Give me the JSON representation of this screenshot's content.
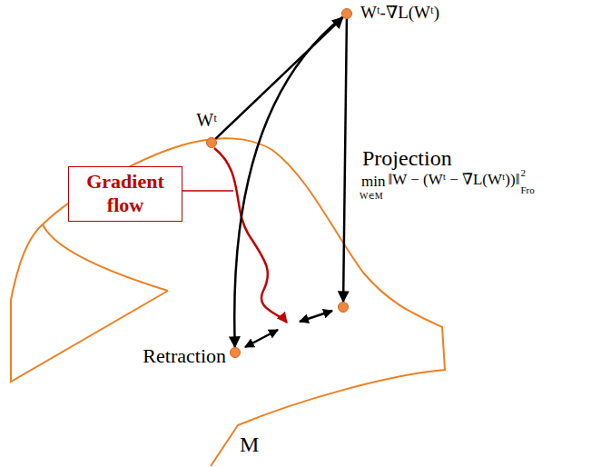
{
  "diagram": {
    "nodes": [
      {
        "text": [
          "Wᵗ-∇̃L(Wᵗ)"
        ]
      },
      {
        "text": [
          "Wᵗ"
        ]
      },
      {
        "text": [
          "Gradient flow"
        ]
      },
      {
        "text": [
          "Projection"
        ]
      },
      {
        "text": [
          "Retraction"
        ]
      }
    ],
    "edges": [
      {
        "from": 1,
        "to": 0,
        "arrow": "to"
      },
      {
        "from": 0,
        "to": 4,
        "arrow": "to"
      },
      {
        "from": 0,
        "to": 3,
        "arrow": "to"
      }
    ],
    "labels": [
      "min",
      "W∈M",
      "‖W − (Wᵗ − ∇̃L(Wᵗ))‖",
      "2",
      "Fro",
      "M"
    ]
  }
}
